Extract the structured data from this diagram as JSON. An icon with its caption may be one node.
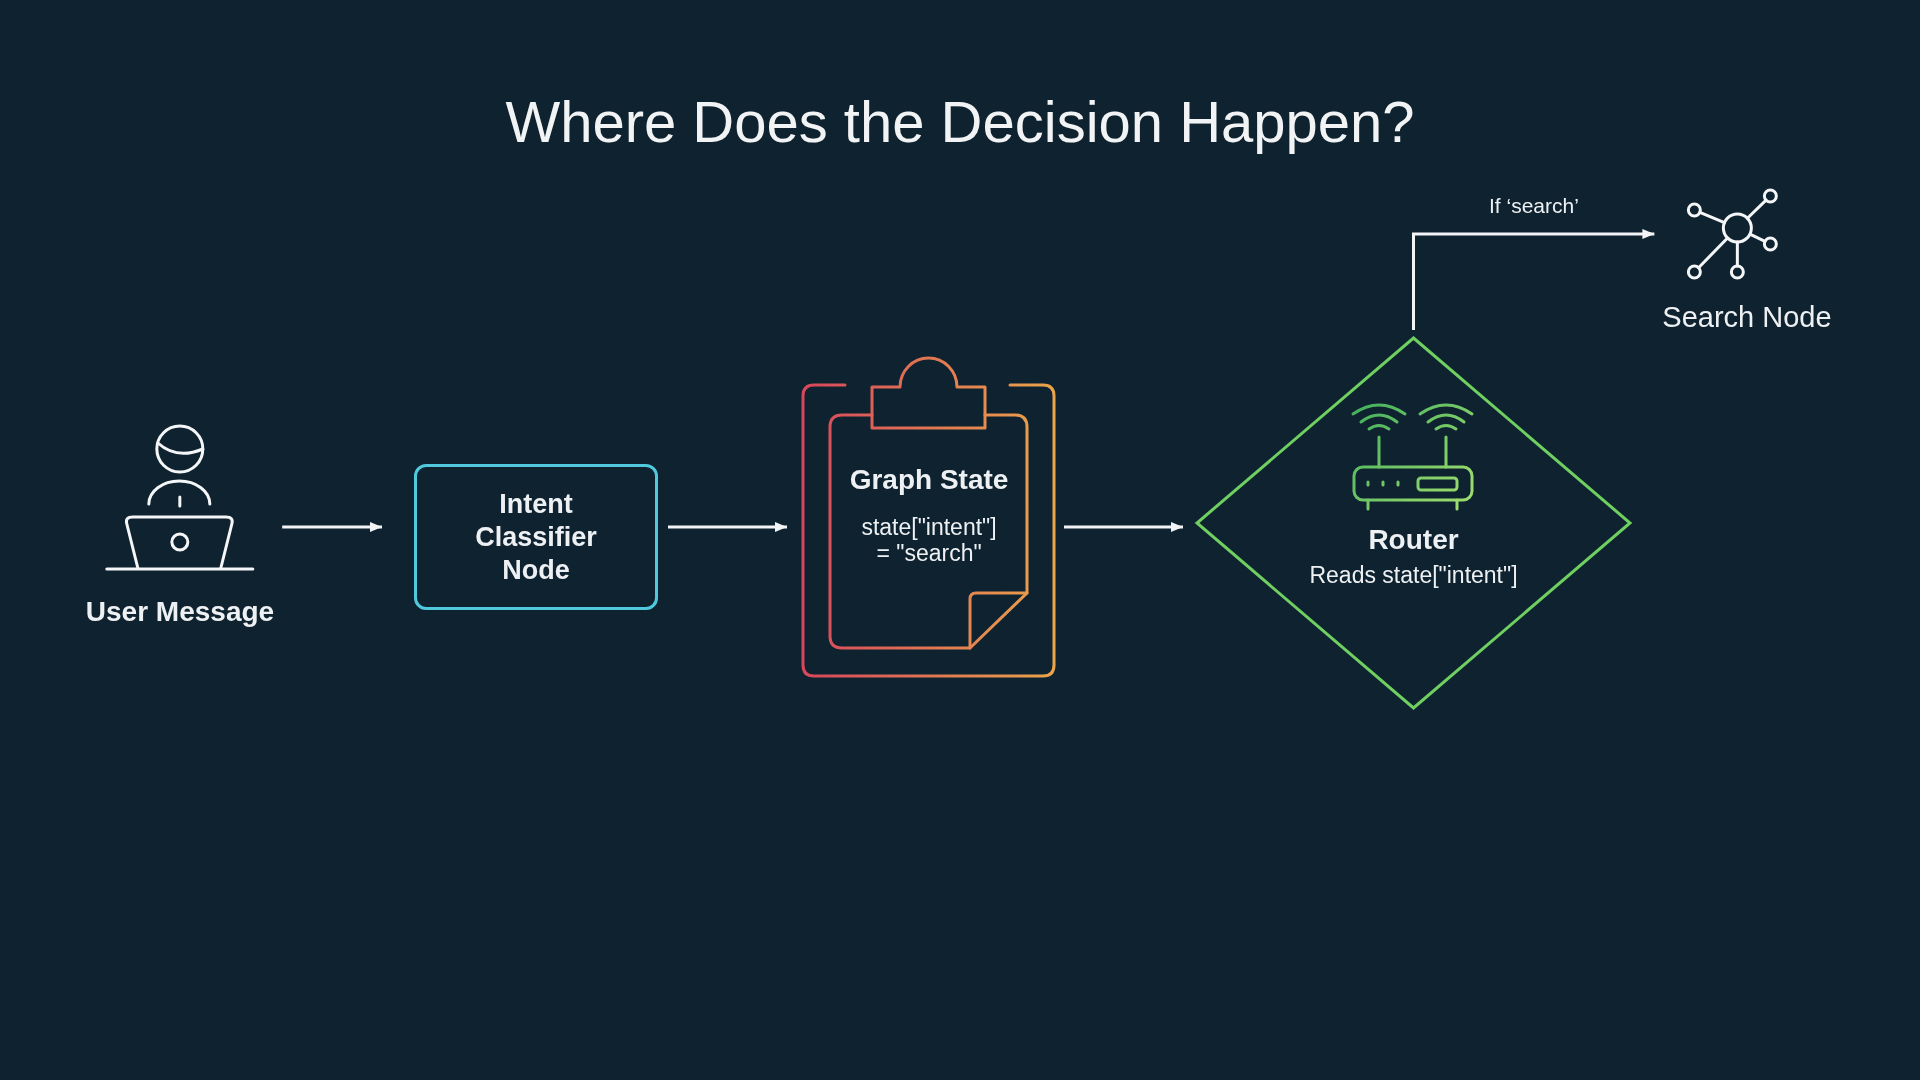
{
  "diagram": {
    "title": "Where Does the Decision Happen?",
    "nodes": [
      {
        "text": [
          "User Message"
        ]
      },
      {
        "text": [
          "Intent Classifier Node"
        ]
      },
      {
        "text": [
          "Graph State",
          "state[\"intent\"] = \"search\""
        ]
      },
      {
        "text": [
          "Router",
          "Reads state[\"intent\"]"
        ]
      },
      {
        "text": [
          "Search Node"
        ]
      }
    ],
    "edges": [
      {
        "from": 0,
        "to": 1,
        "arrow": "to"
      },
      {
        "from": 1,
        "to": 2,
        "arrow": "to"
      },
      {
        "from": 2,
        "to": 3,
        "arrow": "to"
      },
      {
        "from": 3,
        "to": 4,
        "arrow": "to",
        "label": "If ‘search’"
      }
    ]
  }
}
